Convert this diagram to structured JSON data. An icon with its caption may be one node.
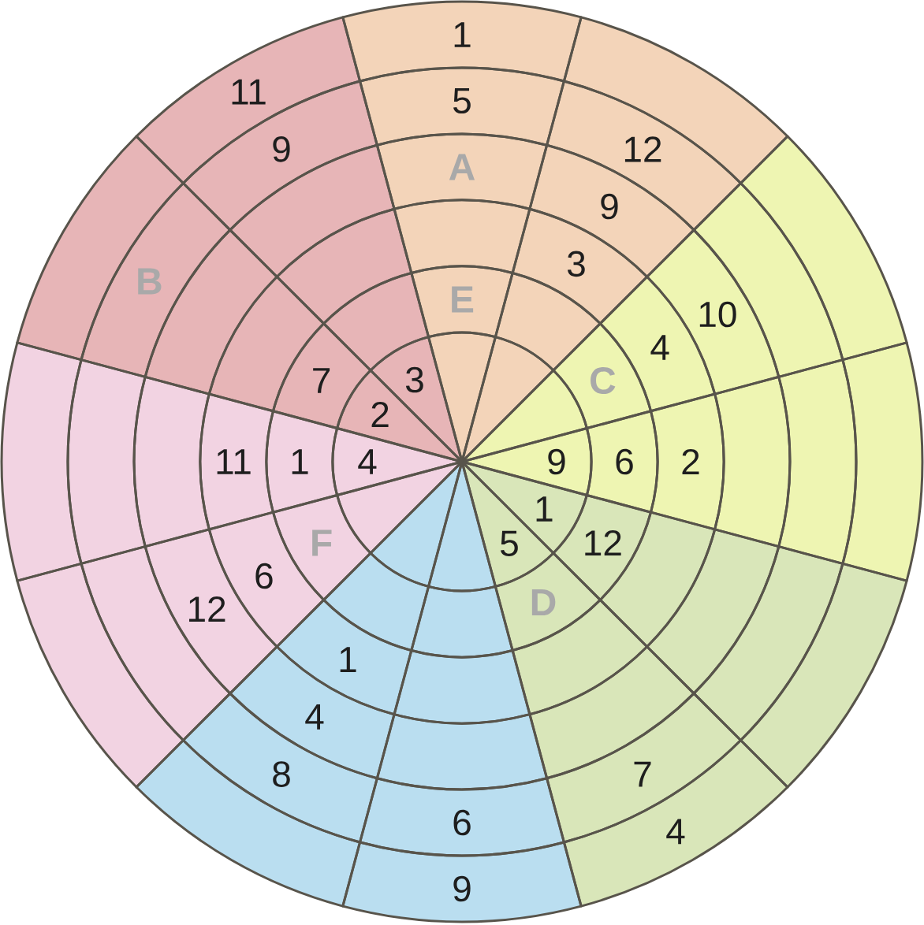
{
  "diagram": {
    "nodes": [
      {
        "text": [],
        "shape": "sector"
      },
      {
        "text": [],
        "shape": "sector",
        "in": 0
      },
      {
        "text": [
          "E"
        ],
        "in": 0
      },
      {
        "text": [],
        "shape": "sector",
        "in": 0
      },
      {
        "text": [
          "A"
        ],
        "in": 0
      },
      {
        "text": [
          "5"
        ],
        "in": 0
      },
      {
        "text": [
          "1"
        ],
        "in": 0
      },
      {
        "text": [],
        "shape": "sector",
        "in": 0
      },
      {
        "text": [],
        "shape": "sector",
        "in": 0
      },
      {
        "text": [
          "3"
        ],
        "in": 0
      },
      {
        "text": [
          "9"
        ],
        "in": 0
      },
      {
        "text": [
          "12"
        ],
        "in": 0
      },
      {
        "text": [],
        "shape": "sector",
        "in": 0
      },
      {
        "text": [],
        "shape": "sector"
      },
      {
        "text": [],
        "shape": "sector",
        "in": 13
      },
      {
        "text": [
          "C"
        ],
        "in": 13
      },
      {
        "text": [
          "4"
        ],
        "in": 13
      },
      {
        "text": [
          "10"
        ],
        "in": 13
      },
      {
        "text": [],
        "shape": "sector",
        "in": 13
      },
      {
        "text": [],
        "shape": "sector",
        "in": 13
      },
      {
        "text": [
          "9"
        ],
        "in": 13
      },
      {
        "text": [
          "6"
        ],
        "in": 13
      },
      {
        "text": [
          "2"
        ],
        "in": 13
      },
      {
        "text": [],
        "shape": "sector",
        "in": 13
      },
      {
        "text": [],
        "shape": "sector",
        "in": 13
      },
      {
        "text": [],
        "shape": "sector",
        "in": 13
      },
      {
        "text": [],
        "shape": "sector"
      },
      {
        "text": [
          "1"
        ],
        "in": 26
      },
      {
        "text": [
          "12"
        ],
        "in": 26
      },
      {
        "text": [],
        "shape": "sector",
        "in": 26
      },
      {
        "text": [],
        "shape": "sector",
        "in": 26
      },
      {
        "text": [],
        "shape": "sector",
        "in": 26
      },
      {
        "text": [],
        "shape": "sector",
        "in": 26
      },
      {
        "text": [
          "5"
        ],
        "in": 26
      },
      {
        "text": [
          "D"
        ],
        "in": 26
      },
      {
        "text": [],
        "shape": "sector",
        "in": 26
      },
      {
        "text": [],
        "shape": "sector",
        "in": 26
      },
      {
        "text": [
          "7"
        ],
        "in": 26
      },
      {
        "text": [
          "4"
        ],
        "in": 26
      },
      {
        "text": [],
        "shape": "sector"
      },
      {
        "text": [],
        "shape": "sector",
        "in": 39
      },
      {
        "text": [],
        "shape": "sector",
        "in": 39
      },
      {
        "text": [],
        "shape": "sector",
        "in": 39
      },
      {
        "text": [],
        "shape": "sector",
        "in": 39
      },
      {
        "text": [
          "6"
        ],
        "in": 39
      },
      {
        "text": [
          "9"
        ],
        "in": 39
      },
      {
        "text": [],
        "shape": "sector",
        "in": 39
      },
      {
        "text": [],
        "shape": "sector",
        "in": 39
      },
      {
        "text": [
          "1"
        ],
        "in": 39
      },
      {
        "text": [
          "4"
        ],
        "in": 39
      },
      {
        "text": [
          "8"
        ],
        "in": 39
      },
      {
        "text": [],
        "shape": "sector",
        "in": 39
      },
      {
        "text": [],
        "shape": "sector"
      },
      {
        "text": [],
        "shape": "sector",
        "in": 52
      },
      {
        "text": [
          "F"
        ],
        "in": 52
      },
      {
        "text": [
          "6"
        ],
        "in": 52
      },
      {
        "text": [
          "12"
        ],
        "in": 52
      },
      {
        "text": [],
        "shape": "sector",
        "in": 52
      },
      {
        "text": [],
        "shape": "sector",
        "in": 52
      },
      {
        "text": [
          "4"
        ],
        "in": 52
      },
      {
        "text": [
          "1"
        ],
        "in": 52
      },
      {
        "text": [
          "11"
        ],
        "in": 52
      },
      {
        "text": [],
        "shape": "sector",
        "in": 52
      },
      {
        "text": [],
        "shape": "sector",
        "in": 52
      },
      {
        "text": [],
        "shape": "sector",
        "in": 52
      },
      {
        "text": [],
        "shape": "sector"
      },
      {
        "text": [
          "2"
        ],
        "in": 65
      },
      {
        "text": [
          "7"
        ],
        "in": 65
      },
      {
        "text": [],
        "shape": "sector",
        "in": 65
      },
      {
        "text": [],
        "shape": "sector",
        "in": 65
      },
      {
        "text": [
          "B"
        ],
        "in": 65
      },
      {
        "text": [],
        "shape": "sector",
        "in": 65
      },
      {
        "text": [
          "3"
        ],
        "in": 65
      },
      {
        "text": [],
        "shape": "sector",
        "in": 65
      },
      {
        "text": [],
        "shape": "sector",
        "in": 65
      },
      {
        "text": [],
        "shape": "sector",
        "in": 65
      },
      {
        "text": [
          "9"
        ],
        "in": 65
      },
      {
        "text": [
          "11"
        ],
        "in": 65
      }
    ]
  }
}
